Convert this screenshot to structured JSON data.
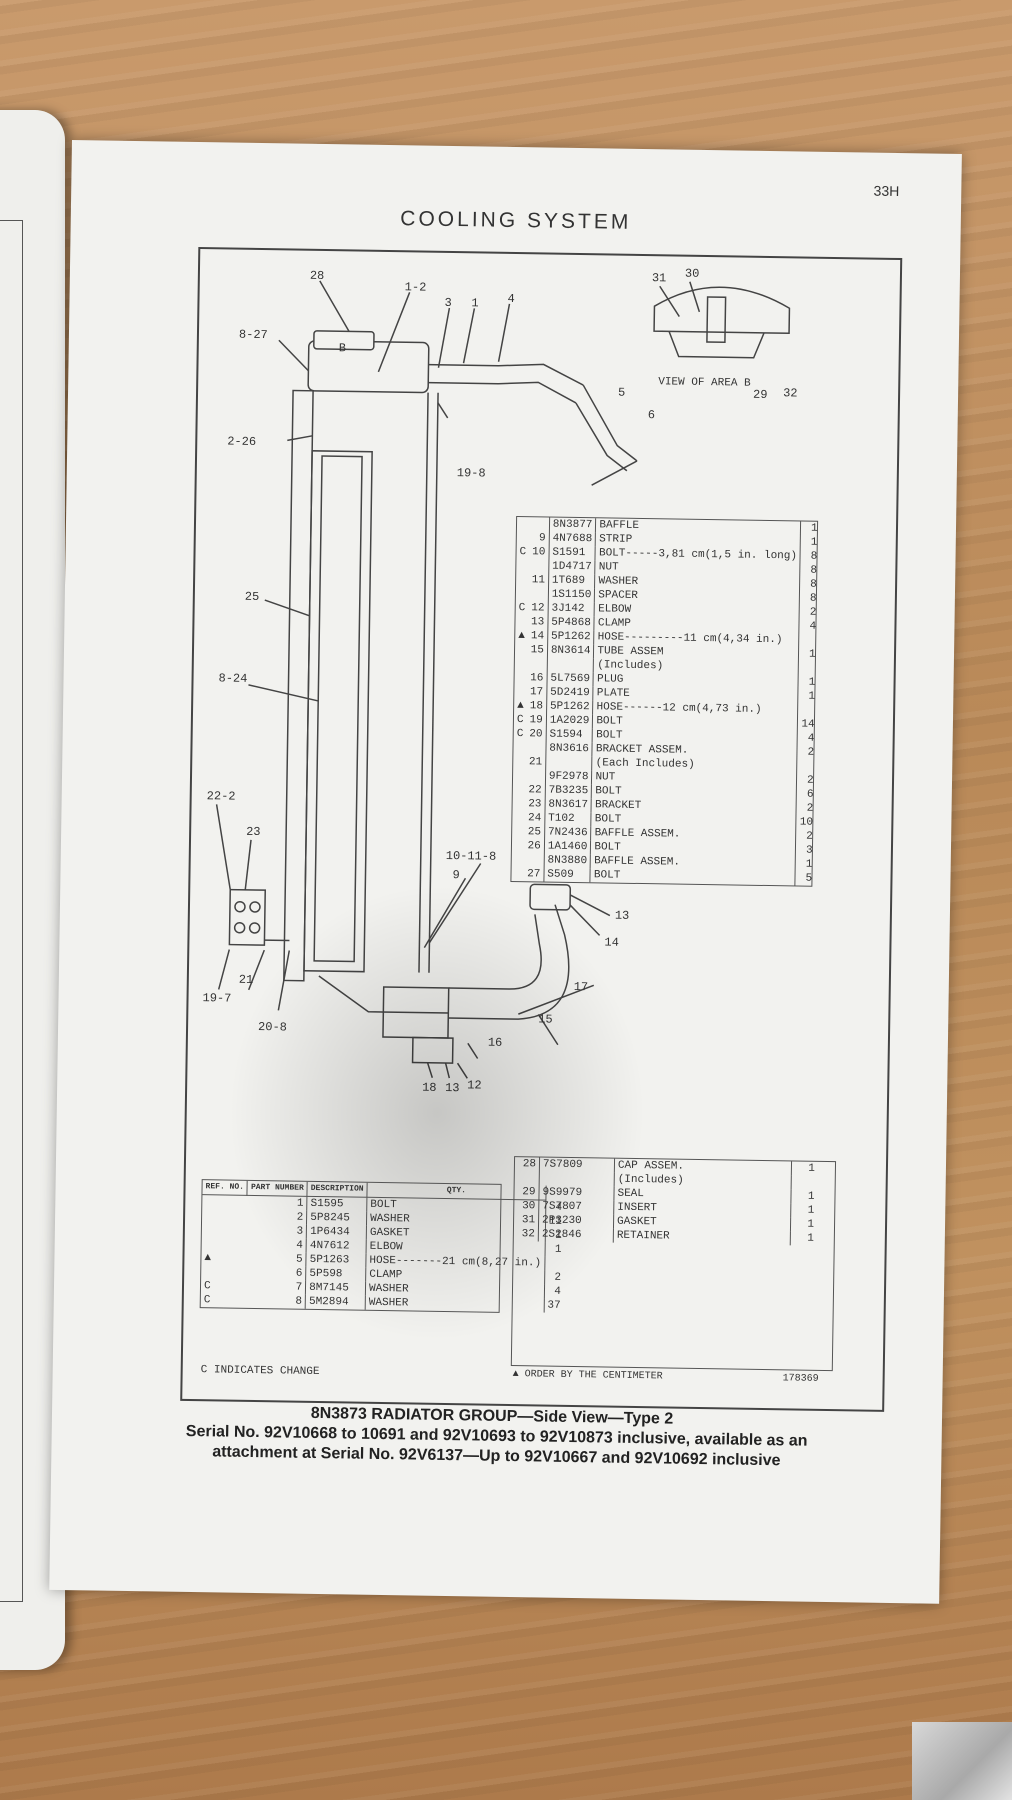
{
  "page": {
    "number": "33H",
    "title": "COOLING SYSTEM"
  },
  "callouts": [
    "28",
    "1-2",
    "3",
    "1",
    "4",
    "8-27",
    "B",
    "5",
    "6",
    "2-26",
    "19-8",
    "25",
    "8-24",
    "22-2",
    "23",
    "10-11-8",
    "9",
    "13",
    "14",
    "17",
    "15",
    "16",
    "18",
    "13",
    "12",
    "19-7",
    "21",
    "20-8",
    "31",
    "30",
    "29",
    "32"
  ],
  "area_view": {
    "label": "VIEW OF AREA B"
  },
  "table_upper": {
    "rows": [
      {
        "mark": "",
        "ref": "",
        "part": "8N3877",
        "desc": "BAFFLE",
        "qty": "1"
      },
      {
        "mark": "",
        "ref": "9",
        "part": "4N7688",
        "desc": "STRIP",
        "qty": "1"
      },
      {
        "mark": "C",
        "ref": "10",
        "part": "S1591",
        "desc": "BOLT-----3,81 cm(1,5 in. long)",
        "qty": "8"
      },
      {
        "mark": "",
        "ref": "",
        "part": "1D4717",
        "desc": "NUT",
        "qty": "8"
      },
      {
        "mark": "",
        "ref": "11",
        "part": "1T689",
        "desc": "WASHER",
        "qty": "8"
      },
      {
        "mark": "",
        "ref": "",
        "part": "1S1150",
        "desc": "SPACER",
        "qty": "8"
      },
      {
        "mark": "C",
        "ref": "12",
        "part": "3J142",
        "desc": "ELBOW",
        "qty": "2"
      },
      {
        "mark": "",
        "ref": "13",
        "part": "5P4868",
        "desc": "CLAMP",
        "qty": "4"
      },
      {
        "mark": "▲",
        "ref": "14",
        "part": "5P1262",
        "desc": "HOSE---------11 cm(4,34 in.)",
        "qty": ""
      },
      {
        "mark": "",
        "ref": "15",
        "part": "8N3614",
        "desc": "TUBE ASSEM",
        "qty": "1"
      },
      {
        "mark": "",
        "ref": "",
        "part": "",
        "desc": "(Includes)",
        "qty": ""
      },
      {
        "mark": "",
        "ref": "16",
        "part": "5L7569",
        "desc": "PLUG",
        "qty": "1"
      },
      {
        "mark": "",
        "ref": "17",
        "part": "5D2419",
        "desc": "PLATE",
        "qty": "1"
      },
      {
        "mark": "▲",
        "ref": "18",
        "part": "5P1262",
        "desc": "HOSE------12 cm(4,73 in.)",
        "qty": ""
      },
      {
        "mark": "C",
        "ref": "19",
        "part": "1A2029",
        "desc": "BOLT",
        "qty": "14"
      },
      {
        "mark": "C",
        "ref": "20",
        "part": "S1594",
        "desc": "BOLT",
        "qty": "4"
      },
      {
        "mark": "",
        "ref": "",
        "part": "8N3616",
        "desc": "BRACKET ASSEM.",
        "qty": "2"
      },
      {
        "mark": "",
        "ref": "21",
        "part": "",
        "desc": "(Each Includes)",
        "qty": ""
      },
      {
        "mark": "",
        "ref": "",
        "part": "9F2978",
        "desc": "NUT",
        "qty": "2"
      },
      {
        "mark": "",
        "ref": "22",
        "part": "7B3235",
        "desc": "BOLT",
        "qty": "6"
      },
      {
        "mark": "",
        "ref": "23",
        "part": "8N3617",
        "desc": "BRACKET",
        "qty": "2"
      },
      {
        "mark": "",
        "ref": "24",
        "part": "T102",
        "desc": "BOLT",
        "qty": "10"
      },
      {
        "mark": "",
        "ref": "25",
        "part": "7N2436",
        "desc": "BAFFLE ASSEM.",
        "qty": "2"
      },
      {
        "mark": "",
        "ref": "26",
        "part": "1A1460",
        "desc": "BOLT",
        "qty": "3"
      },
      {
        "mark": "",
        "ref": "",
        "part": "8N3880",
        "desc": "BAFFLE ASSEM.",
        "qty": "1"
      },
      {
        "mark": "",
        "ref": "27",
        "part": "S509",
        "desc": "BOLT",
        "qty": "5"
      }
    ]
  },
  "table_lower": {
    "headers": {
      "ref": "REF. NO.",
      "part": "PART NUMBER",
      "desc": "DESCRIPTION",
      "qty": "QTY."
    },
    "rows": [
      {
        "mark": "",
        "ref": "1",
        "part": "S1595",
        "desc": "BOLT",
        "qty": "4"
      },
      {
        "mark": "",
        "ref": "2",
        "part": "5P8245",
        "desc": "WASHER",
        "qty": "11"
      },
      {
        "mark": "",
        "ref": "3",
        "part": "1P6434",
        "desc": "GASKET",
        "qty": "1"
      },
      {
        "mark": "",
        "ref": "4",
        "part": "4N7612",
        "desc": "ELBOW",
        "qty": "1"
      },
      {
        "mark": "▲",
        "ref": "5",
        "part": "5P1263",
        "desc": "HOSE-------21 cm(8,27 in.)",
        "qty": ""
      },
      {
        "mark": "",
        "ref": "6",
        "part": "5P598",
        "desc": "CLAMP",
        "qty": "2"
      },
      {
        "mark": "C",
        "ref": "7",
        "part": "8M7145",
        "desc": "WASHER",
        "qty": "4"
      },
      {
        "mark": "C",
        "ref": "8",
        "part": "5M2894",
        "desc": "WASHER",
        "qty": "37"
      }
    ],
    "note": "C INDICATES CHANGE"
  },
  "table_right": {
    "rows": [
      {
        "ref": "28",
        "part": "7S7809",
        "desc": "CAP ASSEM.",
        "qty": "1"
      },
      {
        "ref": "",
        "part": "",
        "desc": "(Includes)",
        "qty": ""
      },
      {
        "ref": "29",
        "part": "9S9979",
        "desc": "SEAL",
        "qty": "1"
      },
      {
        "ref": "30",
        "part": "7S7807",
        "desc": "INSERT",
        "qty": "1"
      },
      {
        "ref": "31",
        "part": "2P3230",
        "desc": "GASKET",
        "qty": "1"
      },
      {
        "ref": "32",
        "part": "2S2846",
        "desc": "RETAINER",
        "qty": "1"
      }
    ],
    "order_note": "▲ ORDER BY THE CENTIMETER",
    "figure_no": "178369"
  },
  "caption": {
    "line1": "8N3873 RADIATOR GROUP—Side View—Type 2",
    "line2": "Serial No. 92V10668 to 10691 and 92V10693 to 92V10873 inclusive, available as an",
    "line3": "attachment at Serial No. 92V6137—Up to 92V10667 and 92V10692 inclusive"
  }
}
